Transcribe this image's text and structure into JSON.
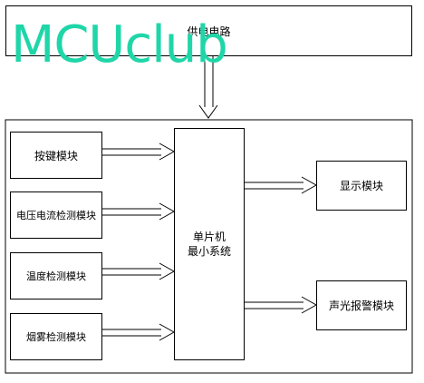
{
  "watermark": {
    "text": "MCUclub",
    "color": "#1fd6a8"
  },
  "blocks": {
    "power": "供电电路",
    "key": "按键模块",
    "vi": "电压电流检测模块",
    "temp": "温度检测模块",
    "smoke": "烟雾检测模块",
    "mcu_line1": "单片机",
    "mcu_line2": "最小系统",
    "display": "显示模块",
    "alarm": "声光报警模块"
  },
  "colors": {
    "line": "#000000",
    "box_fill": "#ffffff",
    "watermark": "#1fd6a8"
  }
}
